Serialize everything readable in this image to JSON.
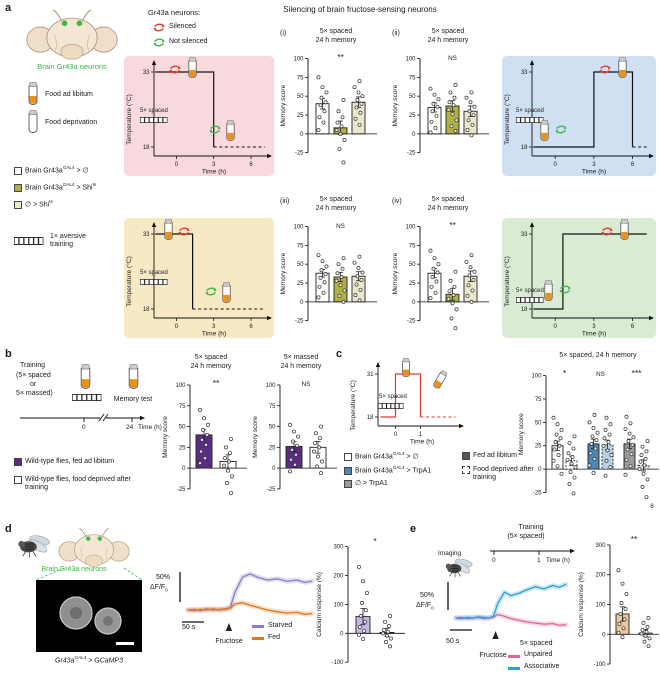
{
  "panels": {
    "a": "a",
    "b": "b",
    "c": "c",
    "d": "d",
    "e": "e"
  },
  "colors": {
    "green": "#3bb54a",
    "red": "#e0392d",
    "food": "#e8921e"
  },
  "panel_a": {
    "title": "Silencing of brain fructose-sensing neurons",
    "brain_label": "Brain Gr43a neurons",
    "neuron_legend_title": "Gr43a neurons:",
    "silenced": "Silenced",
    "not_silenced": "Not silenced",
    "silenced_color": "#e0392d",
    "not_silenced_color": "#3bb54a",
    "food_ad_libitum": "Food ad libitum",
    "food_deprivation": "Food deprivation",
    "geno1_pre": "Brain Gr43a",
    "geno1_sup": "GAL4",
    "geno1_post": " > ∅",
    "geno2_pre": "Brain Gr43a",
    "geno2_sup": "GAL4",
    "geno2_post": " > Shi",
    "geno2_sup2": "ts",
    "geno3_pre": "∅ > Shi",
    "geno3_sup": "ts",
    "geno_colors": [
      "#ffffff",
      "#b2b045",
      "#e9e8cd"
    ],
    "training1": "1× aversive",
    "training2": "training",
    "spaced": "5× spaced"
  },
  "panel_b": {
    "training": "Training",
    "spaced_open": "(5× spaced",
    "or": "or",
    "massed_close": "5× massed)",
    "memory_test": "Memory test",
    "t0": "0",
    "t24": "24",
    "time_label": "Time (h)",
    "legend": [
      {
        "label": "Wild-type flies, fed ad libitum",
        "color": "#5a2d82"
      },
      {
        "label": "Wild-type flies, food deprived after training",
        "color": "#ffffff"
      }
    ]
  },
  "panel_c": {
    "geno1_pre": "Brain Gr43a",
    "geno1_sup": "GAL4",
    "geno1_post": " > ∅",
    "geno2_pre": "Brain Gr43a",
    "geno2_sup": "GAL4",
    "geno2_post": " > TrpA1",
    "geno3": "∅ > TrpA1",
    "geno_colors": [
      "#ffffff",
      "#4e86b8",
      "#9a9a9a"
    ],
    "fed": "Fed ad libitum",
    "fed_color": "#555555",
    "deprived": "Food deprived after training",
    "spaced": "5× spaced"
  },
  "panel_d": {
    "brain_label": "Brain Gr43a neurons",
    "img_pre": "Gr43a",
    "img_sup": "GAL4",
    "img_post": " > GCaMP3"
  },
  "panel_e": {
    "title1": "Training",
    "title2": "(5× spaced)",
    "imaging": "Imaging",
    "t0": "0",
    "t1": "1",
    "time_label": "Time (h)",
    "spaced": "5× spaced"
  },
  "chart_data": {
    "a_protocol_i": {
      "type": "step",
      "bg": "#f8dade",
      "ylabel": "Temperature (°C)",
      "yticks": [
        33,
        18
      ],
      "xticks": [
        0,
        3,
        6
      ],
      "xlabel": "Time (h)",
      "trange": [
        -1.8,
        7.2
      ],
      "solid": [
        [
          -1.7,
          33
        ],
        [
          3,
          33
        ],
        [
          3,
          18
        ]
      ],
      "dashed": [
        [
          3,
          18
        ],
        [
          7.1,
          18
        ]
      ]
    },
    "a_protocol_ii": {
      "type": "step",
      "bg": "#cfe0f2",
      "ylabel": "Temperature (°C)",
      "yticks": [
        33,
        18
      ],
      "xticks": [
        0,
        3,
        6
      ],
      "xlabel": "Time (h)",
      "trange": [
        -1.8,
        7.2
      ],
      "solid": [
        [
          -1.7,
          18
        ],
        [
          3,
          18
        ],
        [
          3,
          33
        ],
        [
          6,
          33
        ],
        [
          6,
          18
        ]
      ],
      "dashed": [
        [
          6,
          18
        ],
        [
          7.1,
          18
        ]
      ]
    },
    "a_protocol_iii": {
      "type": "step",
      "bg": "#f6e9c4",
      "ylabel": "Temperature (°C)",
      "yticks": [
        33,
        18
      ],
      "xticks": [
        0,
        3,
        6
      ],
      "xlabel": "Time (h)",
      "trange": [
        -1.8,
        7.2
      ],
      "solid": [
        [
          -1.7,
          33
        ],
        [
          1.3,
          33
        ],
        [
          1.3,
          18
        ]
      ],
      "dashed": [
        [
          1.3,
          18
        ],
        [
          7.1,
          18
        ]
      ]
    },
    "a_protocol_iv": {
      "type": "step",
      "bg": "#d9ecd3",
      "ylabel": "Temperature (°C)",
      "yticks": [
        33,
        18
      ],
      "xticks": [
        0,
        3,
        6
      ],
      "xlabel": "Time (h)",
      "trange": [
        -1.8,
        7.2
      ],
      "solid": [
        [
          -1.7,
          18
        ],
        [
          0.6,
          18
        ],
        [
          0.6,
          33
        ],
        [
          7.1,
          33
        ]
      ],
      "dashed": []
    },
    "a_i": {
      "type": "bar",
      "tag": "(i)",
      "title1": "5× spaced",
      "title2": "24 h memory",
      "ylabel": "Memory score",
      "ylim": [
        -48,
        106
      ],
      "yticks": [
        100,
        75,
        50,
        25,
        0,
        -25
      ],
      "values": [
        40,
        8,
        42
      ],
      "errors": [
        7,
        9,
        7
      ],
      "fills": [
        "#ffffff",
        "#b2b045",
        "#e9e8cd"
      ],
      "sigs": [
        {
          "text": "**",
          "span": [
            0,
            2
          ]
        }
      ],
      "scatter": [
        [
          75,
          62,
          55,
          48,
          42,
          38,
          30,
          22,
          15,
          5
        ],
        [
          45,
          30,
          22,
          15,
          10,
          5,
          0,
          -8,
          -20,
          -38
        ],
        [
          70,
          62,
          55,
          50,
          45,
          40,
          35,
          28,
          20,
          12
        ]
      ]
    },
    "a_ii": {
      "type": "bar",
      "tag": "(ii)",
      "title1": "5× spaced",
      "title2": "24 h memory",
      "ylabel": "Memory score",
      "ylim": [
        -48,
        106
      ],
      "yticks": [
        100,
        75,
        50,
        25,
        0,
        -25
      ],
      "values": [
        35,
        37,
        30
      ],
      "errors": [
        6,
        7,
        7
      ],
      "fills": [
        "#ffffff",
        "#b2b045",
        "#e9e8cd"
      ],
      "sigs": [
        {
          "text": "NS",
          "span": [
            0,
            2
          ]
        }
      ],
      "scatter": [
        [
          60,
          52,
          46,
          40,
          36,
          30,
          24,
          16,
          8,
          2
        ],
        [
          65,
          55,
          48,
          42,
          38,
          32,
          26,
          18,
          10,
          4
        ],
        [
          55,
          48,
          42,
          36,
          30,
          25,
          18,
          12,
          5,
          -2
        ]
      ]
    },
    "a_iii": {
      "type": "bar",
      "tag": "(iii)",
      "title1": "5× spaced",
      "title2": "24 h memory",
      "ylabel": "Memory score",
      "ylim": [
        -48,
        106
      ],
      "yticks": [
        100,
        75,
        50,
        25,
        0,
        -25
      ],
      "values": [
        38,
        33,
        34
      ],
      "errors": [
        5,
        6,
        6
      ],
      "fills": [
        "#ffffff",
        "#b2b045",
        "#e9e8cd"
      ],
      "sigs": [
        {
          "text": "NS",
          "span": [
            0,
            2
          ]
        }
      ],
      "scatter": [
        [
          62,
          54,
          47,
          42,
          37,
          32,
          26,
          20,
          12,
          6
        ],
        [
          58,
          50,
          44,
          38,
          33,
          28,
          22,
          15,
          8,
          0
        ],
        [
          60,
          52,
          45,
          39,
          34,
          29,
          23,
          16,
          9,
          2
        ]
      ]
    },
    "a_iv": {
      "type": "bar",
      "tag": "(iv)",
      "title1": "5× spaced",
      "title2": "24 h memory",
      "ylabel": "Memory score",
      "ylim": [
        -48,
        106
      ],
      "yticks": [
        100,
        75,
        50,
        25,
        0,
        -25
      ],
      "values": [
        38,
        10,
        34
      ],
      "errors": [
        6,
        8,
        7
      ],
      "fills": [
        "#ffffff",
        "#b2b045",
        "#e9e8cd"
      ],
      "sigs": [
        {
          "text": "**",
          "span": [
            0,
            2
          ]
        }
      ],
      "scatter": [
        [
          68,
          58,
          50,
          44,
          39,
          33,
          27,
          20,
          12,
          5
        ],
        [
          40,
          28,
          20,
          14,
          9,
          4,
          -2,
          -10,
          -22,
          -35
        ],
        [
          62,
          53,
          46,
          40,
          35,
          29,
          22,
          15,
          8,
          0
        ]
      ]
    },
    "b_spaced": {
      "type": "bar",
      "title1": "5× spaced",
      "title2": "24 h memory",
      "ylabel": "Memory score",
      "ylim": [
        -48,
        106
      ],
      "yticks": [
        100,
        75,
        50,
        25,
        0,
        -25
      ],
      "values": [
        40,
        8
      ],
      "errors": [
        6,
        8
      ],
      "fills": [
        "#5a2d82",
        "#ffffff"
      ],
      "bw": 16,
      "gap": 8,
      "x0": 6,
      "sigs": [
        {
          "text": "**",
          "span": [
            0,
            1
          ]
        }
      ],
      "scatter": [
        [
          70,
          60,
          52,
          46,
          40,
          34,
          28,
          20,
          12,
          6
        ],
        [
          35,
          25,
          18,
          12,
          8,
          3,
          -3,
          -10,
          -18,
          -30
        ]
      ]
    },
    "b_massed": {
      "type": "bar",
      "title1": "5× massed",
      "title2": "24 h memory",
      "ylabel": "Memory score",
      "ylim": [
        -48,
        106
      ],
      "yticks": [
        100,
        75,
        50,
        25,
        0,
        -25
      ],
      "values": [
        26,
        25
      ],
      "errors": [
        6,
        7
      ],
      "fills": [
        "#5a2d82",
        "#ffffff"
      ],
      "bw": 16,
      "gap": 8,
      "x0": 6,
      "sigs": [
        {
          "text": "NS",
          "span": [
            0,
            1
          ]
        }
      ],
      "scatter": [
        [
          52,
          44,
          38,
          32,
          27,
          22,
          16,
          10,
          4,
          -4
        ],
        [
          50,
          42,
          36,
          30,
          25,
          20,
          14,
          8,
          2,
          -6
        ]
      ]
    },
    "c_protocol": {
      "type": "step",
      "ylabel": "Temperature (°C)",
      "yticks": [
        31,
        18
      ],
      "xticks": [
        0,
        1
      ],
      "xlabel": "Time (h)",
      "trange": [
        -0.7,
        2.5
      ],
      "color": "#e0392d",
      "solid": [
        [
          -0.6,
          18
        ],
        [
          0,
          18
        ],
        [
          0,
          31
        ],
        [
          1,
          31
        ],
        [
          1,
          18
        ]
      ],
      "dashed": [
        [
          1,
          18
        ],
        [
          2.4,
          18
        ]
      ]
    },
    "c_chart": {
      "type": "bar",
      "title1": "5× spaced, 24 h memory",
      "ylabel": "Memory score",
      "ylim": [
        -48,
        106
      ],
      "yticks": [
        100,
        75,
        50,
        25,
        0,
        -25
      ],
      "values": [
        25,
        9,
        27,
        26,
        27,
        4
      ],
      "errors": [
        5,
        5,
        5,
        5,
        5,
        6
      ],
      "fills": [
        "#ffffff",
        "#ffffff",
        "#4e86b8",
        "#b8d0e6",
        "#9a9a9a",
        "#dcdcdc"
      ],
      "dash": [
        0,
        1,
        0,
        1,
        0,
        1
      ],
      "bw": 11,
      "gap": 3,
      "pairGap": 8,
      "x0": 6,
      "sigs": [
        {
          "text": "*",
          "span": [
            0,
            1
          ]
        },
        {
          "text": "NS",
          "span": [
            2,
            3
          ]
        },
        {
          "text": "***",
          "span": [
            4,
            5
          ]
        }
      ],
      "note": "8",
      "scatter": [
        [
          55,
          48,
          42,
          37,
          33,
          29,
          25,
          21,
          15,
          9,
          3,
          -5
        ],
        [
          35,
          28,
          22,
          17,
          13,
          10,
          6,
          2,
          -3,
          -9,
          -16,
          -26
        ],
        [
          58,
          50,
          44,
          39,
          35,
          31,
          27,
          22,
          17,
          11,
          4,
          -4
        ],
        [
          55,
          48,
          42,
          37,
          33,
          29,
          25,
          20,
          15,
          9,
          2,
          -7
        ],
        [
          56,
          49,
          43,
          38,
          34,
          30,
          26,
          21,
          16,
          10,
          3,
          -6
        ],
        [
          30,
          24,
          19,
          15,
          11,
          8,
          4,
          0,
          -5,
          -11,
          -19,
          -30
        ]
      ]
    },
    "d_trace": {
      "type": "trace",
      "px50": 30,
      "stim_frac": 0.33,
      "x": [
        0,
        5,
        10,
        15,
        20,
        25,
        30,
        34,
        38,
        44,
        50,
        57,
        64,
        72,
        80,
        88,
        94,
        100
      ],
      "series": [
        {
          "name": "Starved",
          "color": "#8d7cc9",
          "y": [
            0,
            1,
            -1,
            2,
            0,
            1,
            2,
            4,
            30,
            55,
            60,
            54,
            50,
            52,
            48,
            50,
            46,
            48
          ]
        },
        {
          "name": "Fed",
          "color": "#e2761b",
          "y": [
            0,
            -1,
            1,
            0,
            2,
            0,
            1,
            3,
            10,
            12,
            8,
            4,
            0,
            -3,
            -5,
            -4,
            -7,
            -6
          ]
        }
      ],
      "labels": {
        "pct": "50%",
        "dff": "ΔF/F",
        "dff_sub": "0",
        "sec": "50 s",
        "stim": "Fructose"
      }
    },
    "d_chart": {
      "type": "bar",
      "ylabel": "Calcium response (%)",
      "ylim": [
        -120,
        330
      ],
      "yticks": [
        300,
        200,
        100,
        0,
        -100
      ],
      "values": [
        58,
        3
      ],
      "errors": [
        28,
        14
      ],
      "fills": [
        "#c5b5e3",
        "#f5cfa0"
      ],
      "bw": 14,
      "gap": 10,
      "x0": 8,
      "ml": 34,
      "sigs": [
        {
          "text": "*",
          "span": [
            0,
            1
          ]
        }
      ],
      "scatter": [
        [
          230,
          180,
          140,
          105,
          80,
          60,
          40,
          22,
          8,
          -5,
          -20
        ],
        [
          60,
          40,
          25,
          12,
          5,
          0,
          -8,
          -18,
          -30,
          -45
        ]
      ]
    },
    "e_trace": {
      "type": "trace",
      "px50": 28,
      "stim_frac": 0.36,
      "x": [
        0,
        5,
        10,
        15,
        20,
        25,
        30,
        34,
        38,
        44,
        50,
        57,
        64,
        72,
        80,
        88,
        94,
        100
      ],
      "series": [
        {
          "name": "Unpaired",
          "color": "#e0669b",
          "y": [
            0,
            1,
            -1,
            0,
            1,
            -1,
            0,
            2,
            6,
            3,
            -1,
            -4,
            -7,
            -9,
            -11,
            -10,
            -13,
            -12
          ]
        },
        {
          "name": "Associative",
          "color": "#2d9fd8",
          "y": [
            0,
            -1,
            1,
            0,
            2,
            1,
            0,
            3,
            26,
            46,
            40,
            44,
            50,
            56,
            52,
            58,
            55,
            60
          ]
        }
      ],
      "labels": {
        "pct": "50%",
        "dff": "ΔF/F",
        "dff_sub": "0",
        "sec": "50 s",
        "stim": "Fructose"
      }
    },
    "e_chart": {
      "type": "bar",
      "ylabel": "Calcium response (%)",
      "ylim": [
        -120,
        330
      ],
      "yticks": [
        300,
        200,
        100,
        0,
        -100
      ],
      "values": [
        68,
        4
      ],
      "errors": [
        24,
        12
      ],
      "fills": [
        "#ecc79a",
        "#ffffff"
      ],
      "bw": 13,
      "gap": 10,
      "x0": 6,
      "ml": 34,
      "sigs": [
        {
          "text": "**",
          "span": [
            0,
            1
          ]
        }
      ],
      "scatter": [
        [
          215,
          170,
          135,
          105,
          85,
          68,
          50,
          35,
          20,
          5,
          -10
        ],
        [
          55,
          38,
          25,
          15,
          8,
          2,
          -5,
          -14,
          -25,
          -40
        ]
      ]
    }
  }
}
